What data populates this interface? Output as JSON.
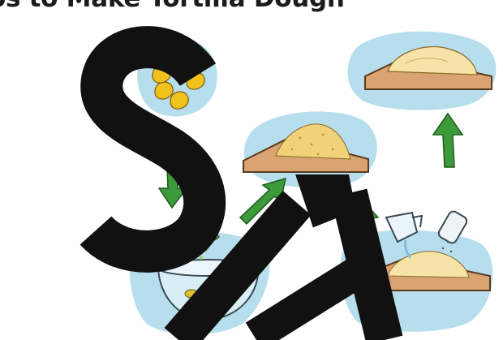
{
  "diagram": {
    "title": "os to Make Tortilla Dough",
    "watermark": "SA",
    "steps": [
      {
        "name": "dried-corn-kernels"
      },
      {
        "name": "corn-soaking-in-lime-water"
      },
      {
        "name": "ground-corn-masa-on-board"
      },
      {
        "name": "adding-water-and-salt"
      },
      {
        "name": "finished-dough-on-board"
      }
    ],
    "arrow_color": "#3c9a3a",
    "wash_color": "#9fd3e8",
    "board_color": "#d9a472"
  }
}
